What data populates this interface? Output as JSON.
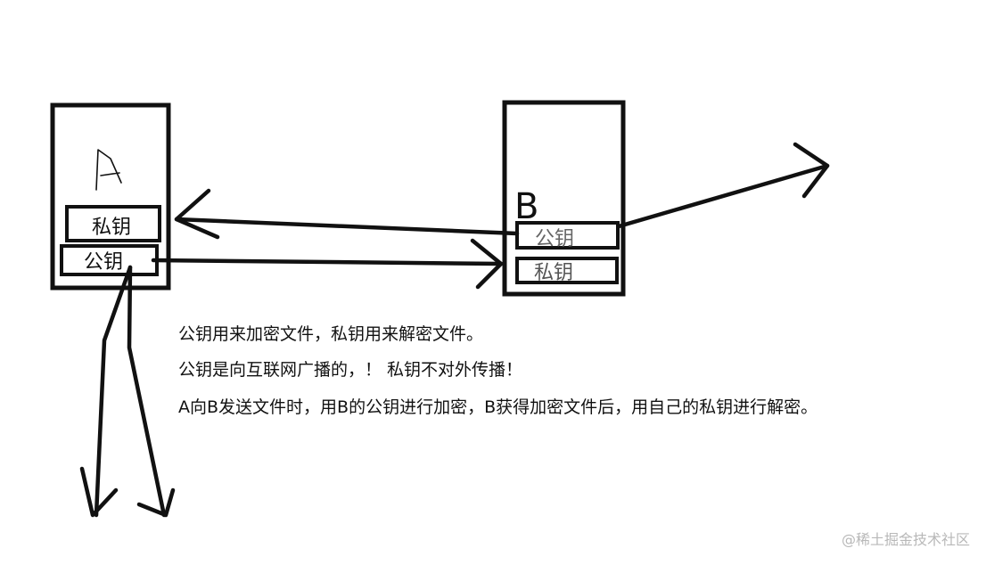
{
  "node_a": {
    "letter": "A",
    "private_key_label": "私钥",
    "public_key_label": "公钥"
  },
  "node_b": {
    "letter": "B",
    "public_key_label": "公钥",
    "private_key_label": "私钥"
  },
  "notes": [
    "公钥用来加密文件，私钥用来解密文件。",
    "公钥是向互联网广播的，！ 私钥不对外传播！",
    "A向B发送文件时，用B的公钥进行加密，B获得加密文件后，用自己的私钥进行解密。"
  ],
  "watermark": "@稀土掘金技术社区",
  "colors": {
    "ink": "#111111",
    "background": "#ffffff",
    "watermark": "#b8b8b8"
  }
}
